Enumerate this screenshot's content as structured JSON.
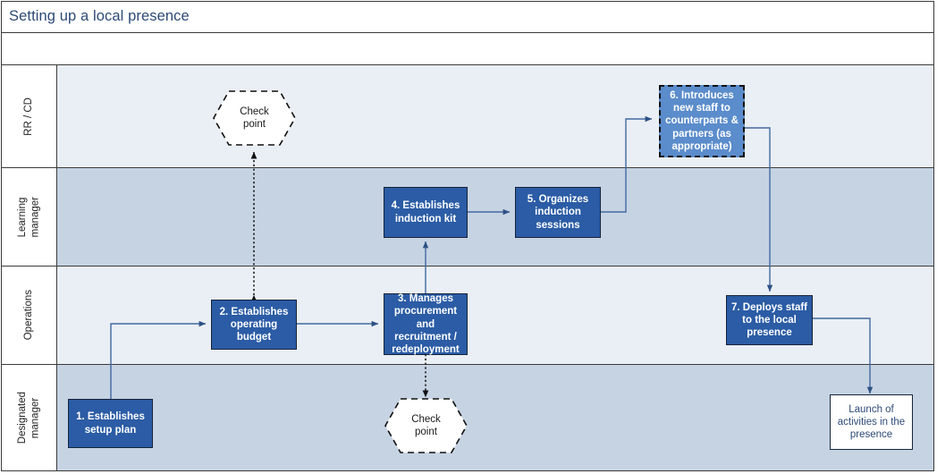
{
  "diagram": {
    "title": "Setting up a local presence",
    "colors": {
      "title_text": "#2d4a77",
      "process_fill": "#2b5ca5",
      "optional_fill": "#5b8ccb",
      "connector": "#43699f",
      "lane_light": "#eaeff5",
      "lane_medium": "#c6d3e3",
      "border": "#3b3b3b"
    },
    "lanes": [
      {
        "id": "lane-rr-cd",
        "label": "RR / CD",
        "fill": "#eaeff5"
      },
      {
        "id": "lane-learning-manager",
        "label": "Learning\nmanager",
        "fill": "#c6d3e3"
      },
      {
        "id": "lane-operations",
        "label": "Operations",
        "fill": "#eaeff5"
      },
      {
        "id": "lane-designated-manager",
        "label": "Designated\nmanager",
        "fill": "#c6d3e3"
      }
    ],
    "nodes": [
      {
        "id": "node-check-point-top",
        "type": "checkpoint",
        "lane": "RR / CD",
        "label": "Check\npoint"
      },
      {
        "id": "node-6",
        "type": "process-optional",
        "lane": "RR / CD",
        "label": "6. Introduces new staff to counterparts & partners (as appropriate)"
      },
      {
        "id": "node-4",
        "type": "process",
        "lane": "Learning manager",
        "label": "4. Establishes induction kit"
      },
      {
        "id": "node-5",
        "type": "process",
        "lane": "Learning manager",
        "label": "5. Organizes induction sessions"
      },
      {
        "id": "node-2",
        "type": "process",
        "lane": "Operations",
        "label": "2. Establishes operating budget"
      },
      {
        "id": "node-3",
        "type": "process",
        "lane": "Operations",
        "label": "3. Manages procurement and recruitment / redeployment"
      },
      {
        "id": "node-7",
        "type": "process",
        "lane": "Operations",
        "label": "7. Deploys staff to the local presence"
      },
      {
        "id": "node-1",
        "type": "process",
        "lane": "Designated manager",
        "label": "1. Establishes setup plan"
      },
      {
        "id": "node-check-point-bottom",
        "type": "checkpoint",
        "lane": "Designated manager",
        "label": "Check\npoint"
      },
      {
        "id": "node-launch",
        "type": "terminator",
        "lane": "Designated manager",
        "label": "Launch of activities in the presence"
      }
    ]
  }
}
